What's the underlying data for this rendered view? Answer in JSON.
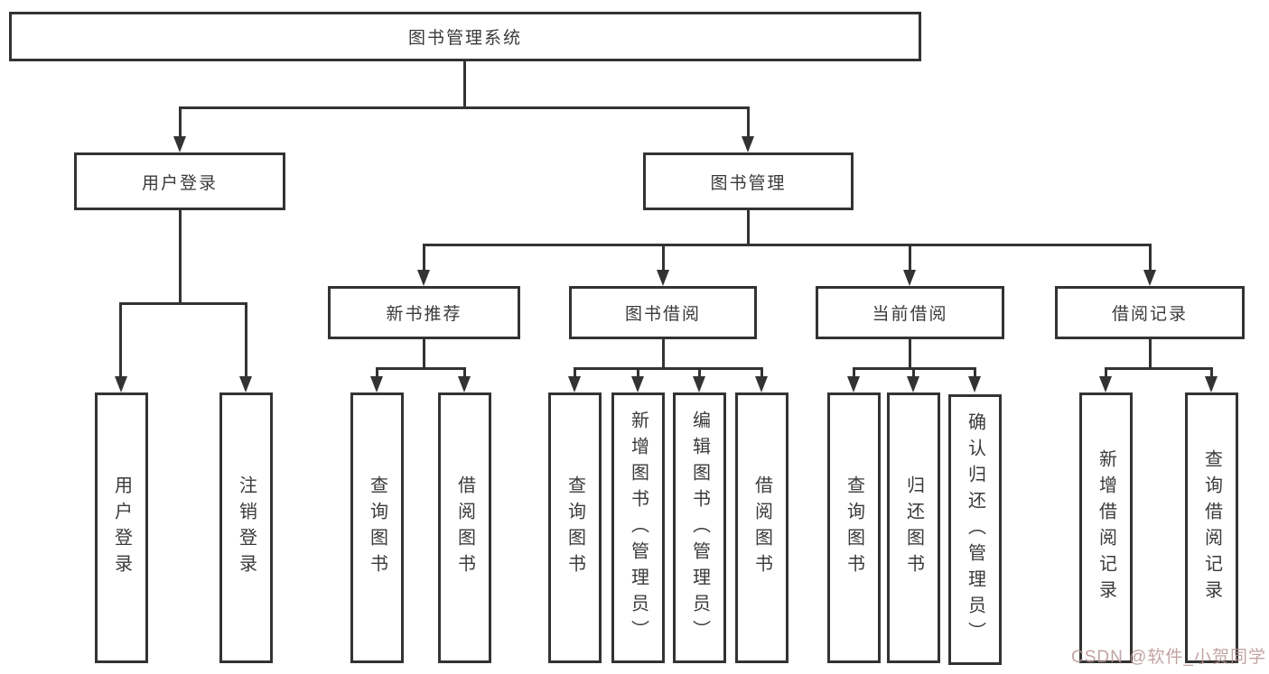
{
  "diagram": {
    "root": "图书管理系统",
    "groups": [
      {
        "label": "用户登录",
        "children": [
          "用户登录",
          "注销登录"
        ]
      },
      {
        "label": "图书管理",
        "sections": [
          {
            "label": "新书推荐",
            "children": [
              "查询图书",
              "借阅图书"
            ]
          },
          {
            "label": "图书借阅",
            "children": [
              "查询图书",
              "新增图书（管理员）",
              "编辑图书（管理员）",
              "借阅图书"
            ]
          },
          {
            "label": "当前借阅",
            "children": [
              "查询图书",
              "归还图书",
              "确认归还（管理员）"
            ]
          },
          {
            "label": "借阅记录",
            "children": [
              "新增借阅记录",
              "查询借阅记录"
            ]
          }
        ]
      }
    ]
  },
  "watermark": {
    "text": "CSDN @软件_小贺同学"
  },
  "colors": {
    "line": "#333333",
    "text": "#3a3a3a",
    "background": "#ffffff",
    "watermark": "#b89393"
  }
}
